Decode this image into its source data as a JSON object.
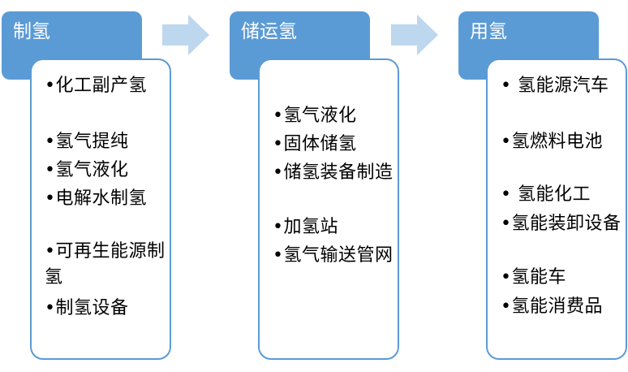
{
  "stages": [
    {
      "title": "制氢",
      "items": [
        "•化工副产氢",
        "•氢气提纯",
        "•氢气液化",
        "•电解水制氢",
        "•可再生能源制氢",
        "•制氢设备"
      ]
    },
    {
      "title": "储运氢",
      "items": [
        "•氢气液化",
        "•固体储氢",
        "•储氢装备制造",
        "•加氢站",
        "•氢气输送管网"
      ]
    },
    {
      "title": "用氢",
      "items": [
        "• 氢能源汽车",
        "•氢燃料电池",
        "• 氢能化工",
        "•氢能装卸设备",
        "•氢能车",
        "•氢能消费品"
      ]
    }
  ],
  "colors": {
    "header_fill": "#5b9bd5",
    "card_border": "#5b9bd5",
    "arrow_fill": "#bdd7ee"
  }
}
